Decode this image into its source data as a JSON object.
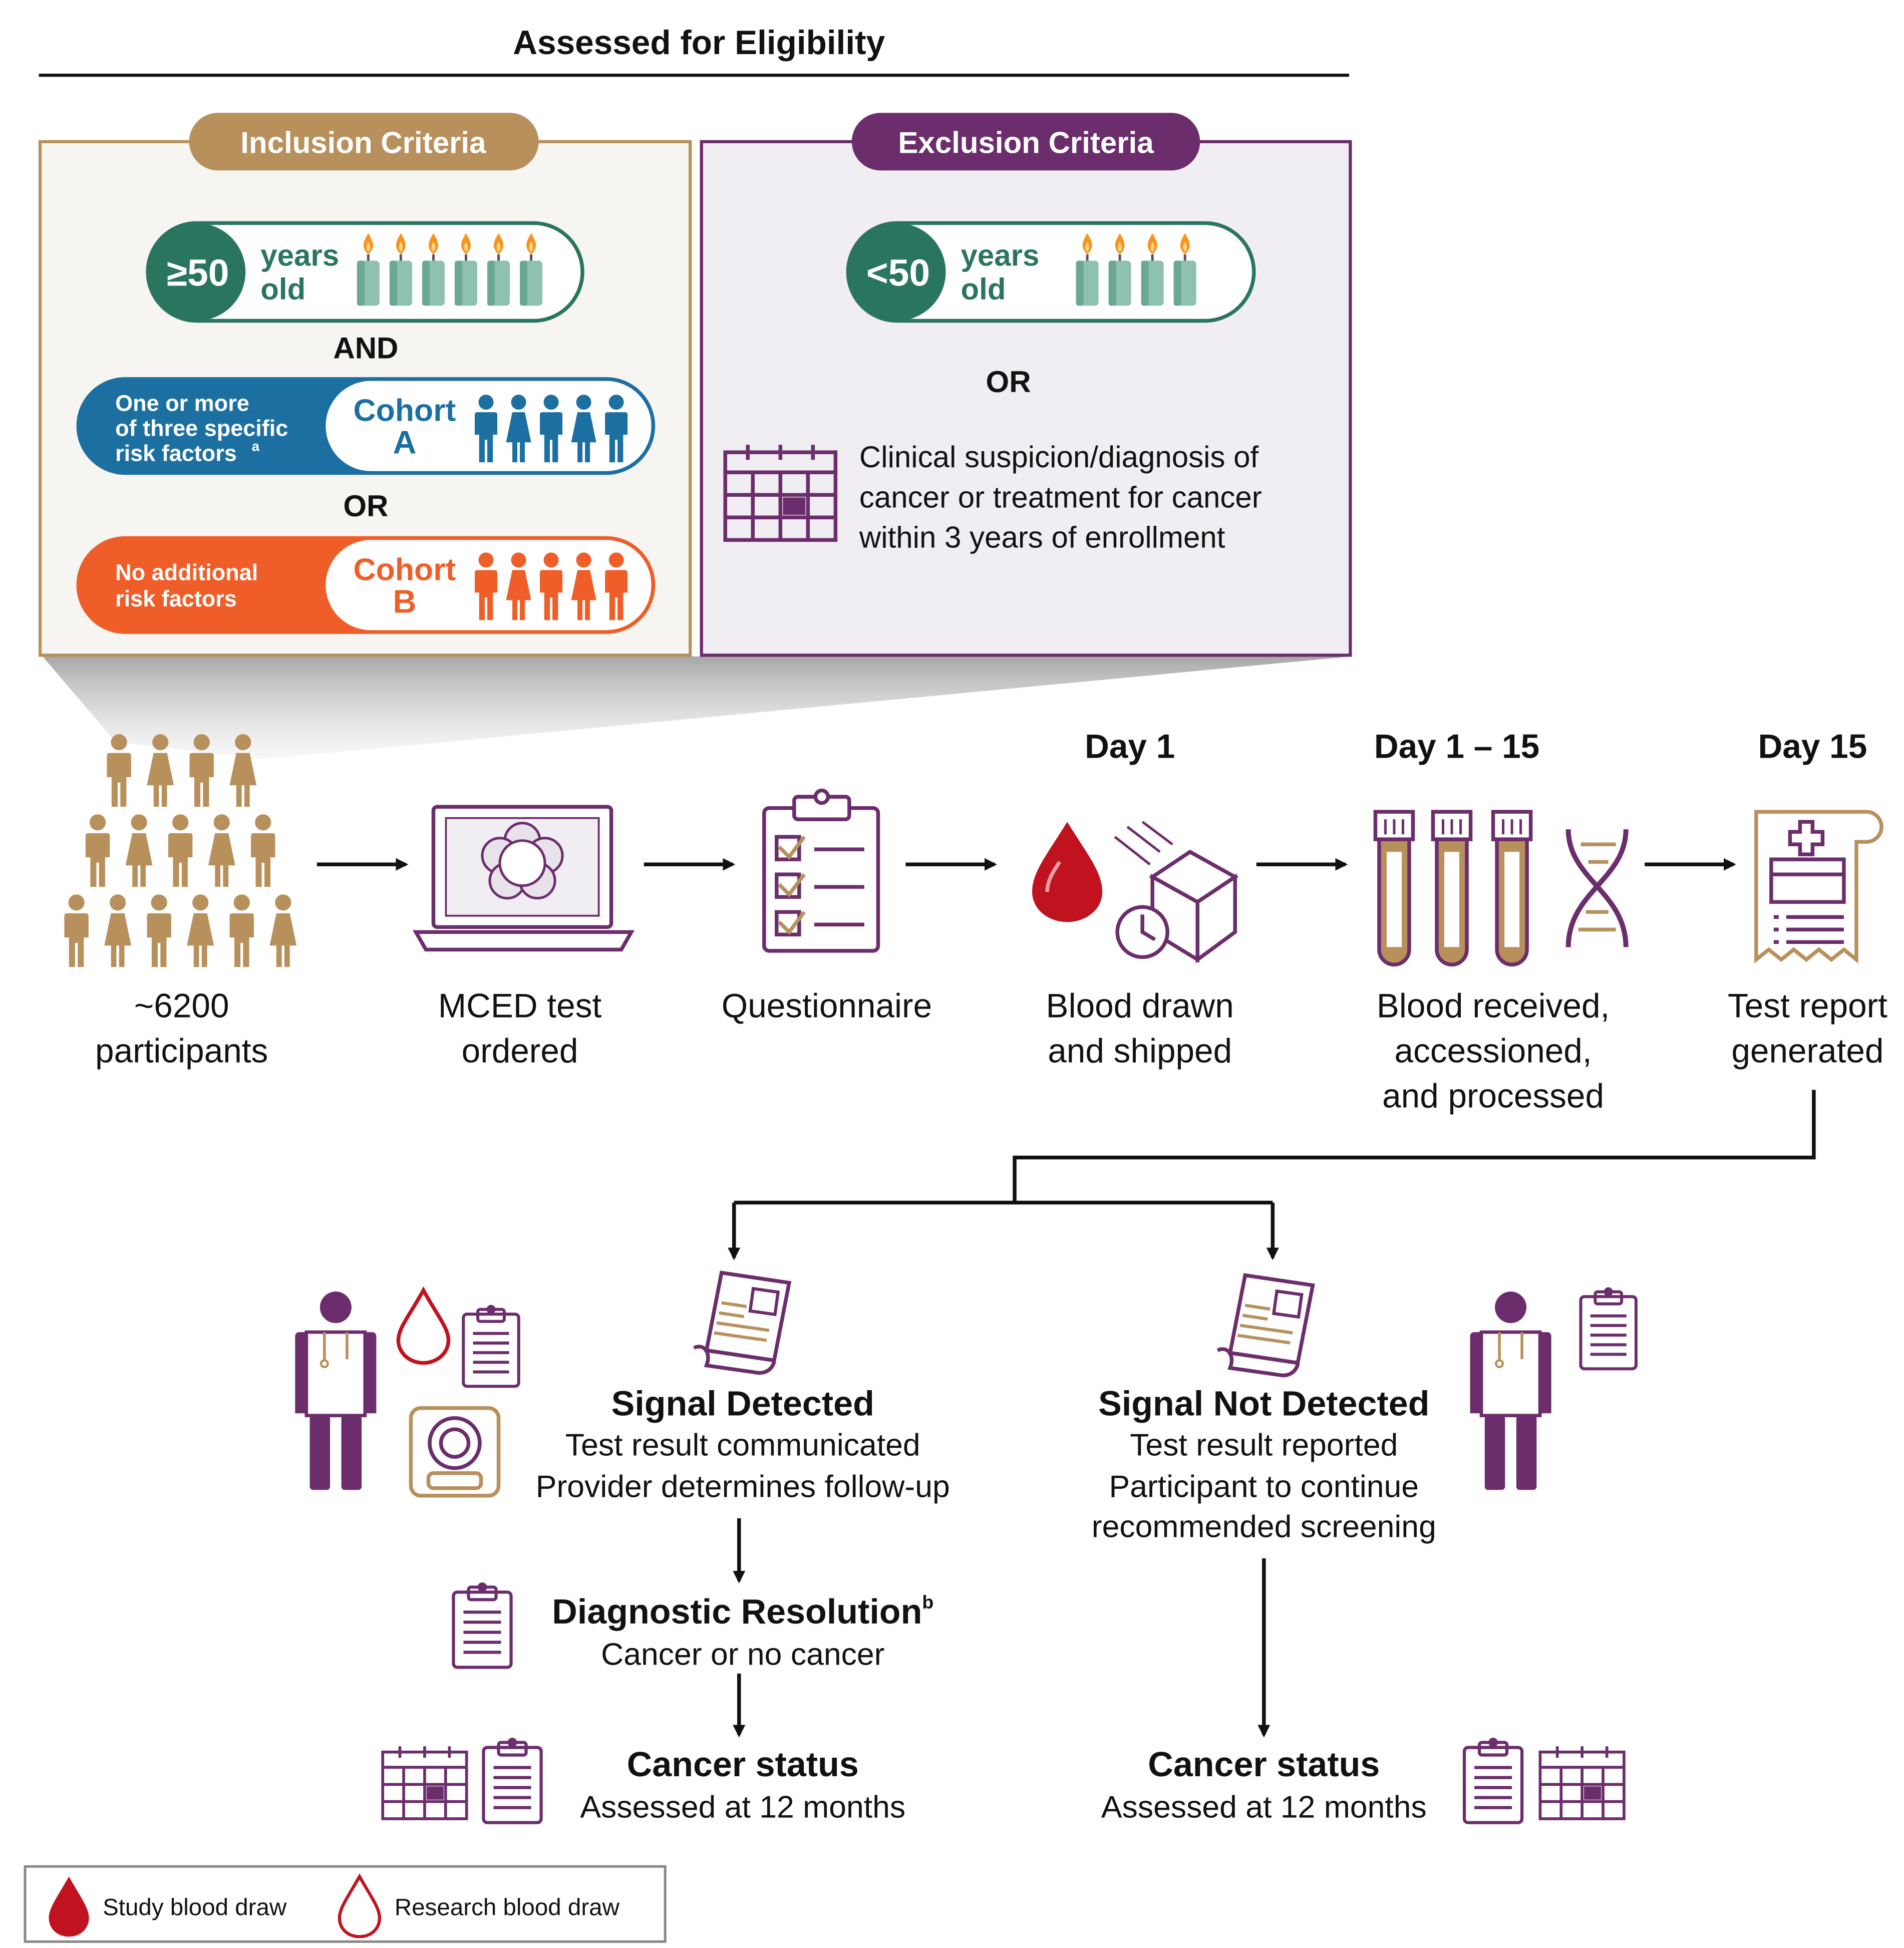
{
  "header": {
    "title": "Assessed for Eligibility"
  },
  "inclusion": {
    "title": "Inclusion Criteria",
    "age_value": "≥50",
    "age_unit_1": "years",
    "age_unit_2": "old",
    "and_label": "AND",
    "or_label": "OR",
    "cohort_a": {
      "desc_1": "One or more",
      "desc_2": "of three specific",
      "desc_3": "risk factors",
      "footnote": "a",
      "label": "Cohort",
      "letter": "A"
    },
    "cohort_b": {
      "desc_1": "No additional",
      "desc_2": "risk factors",
      "label": "Cohort",
      "letter": "B"
    }
  },
  "exclusion": {
    "title": "Exclusion Criteria",
    "age_value": "<50",
    "age_unit_1": "years",
    "age_unit_2": "old",
    "or_label": "OR",
    "text_1": "Clinical suspicion/diagnosis of",
    "text_2": "cancer or treatment for cancer",
    "text_3": "within 3 years of enrollment"
  },
  "timeline": {
    "participants_1": "~6200",
    "participants_2": "participants",
    "mced_1": "MCED test",
    "mced_2": "ordered",
    "questionnaire": "Questionnaire",
    "day1": "Day 1",
    "blood_1": "Blood drawn",
    "blood_2": "and shipped",
    "day1_15": "Day 1 – 15",
    "received_1": "Blood received,",
    "received_2": "accessioned,",
    "received_3": "and processed",
    "day15": "Day 15",
    "report_1": "Test report",
    "report_2": "generated"
  },
  "outcomes": {
    "detected": {
      "title": "Signal Detected",
      "line_1": "Test result communicated",
      "line_2": "Provider determines follow-up"
    },
    "not_detected": {
      "title": "Signal Not Detected",
      "line_1": "Test result reported",
      "line_2": "Participant to continue",
      "line_3": "recommended screening"
    },
    "resolution": {
      "title": "Diagnostic Resolution",
      "footnote": "b",
      "line_1": "Cancer or no cancer"
    },
    "status_left": {
      "title": "Cancer status",
      "line_1": "Assessed at 12 months"
    },
    "status_right": {
      "title": "Cancer status",
      "line_1": "Assessed at 12 months"
    }
  },
  "legend": {
    "study": "Study blood draw",
    "research": "Research blood draw"
  },
  "colors": {
    "tan": "#b8905c",
    "purple": "#6b2d6b",
    "teal_dark": "#2a7560",
    "teal_light": "#8fc1b0",
    "blue": "#1c6fa1",
    "orange": "#ef5d28",
    "red": "#c1121f",
    "flame": "#f7941d",
    "incl_bg": "#f7f5f1",
    "excl_bg": "#f0edf3"
  }
}
